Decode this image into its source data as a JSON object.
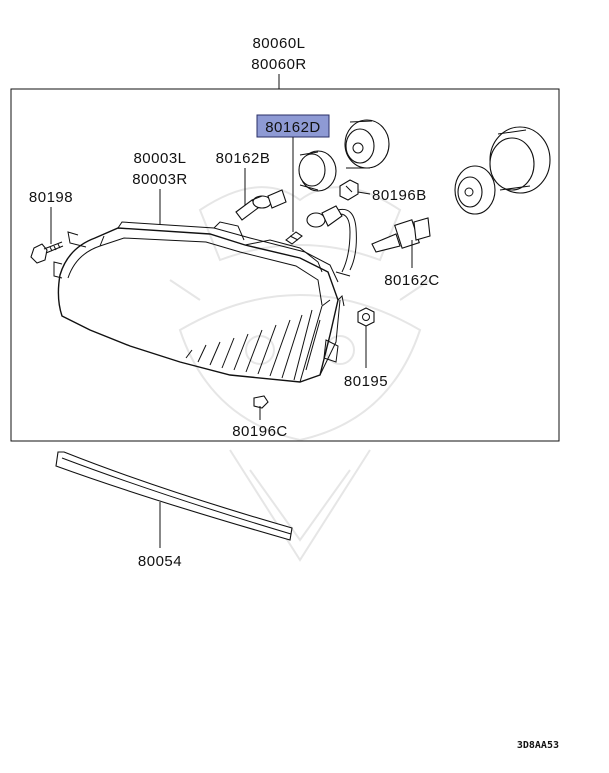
{
  "diagram": {
    "assembly_labels": [
      "80060L",
      "80060R"
    ],
    "headlamp_labels": [
      "80003L",
      "80003R"
    ],
    "parts": [
      {
        "id": "80162D",
        "label": "80162D",
        "highlighted": true
      },
      {
        "id": "80162B",
        "label": "80162B"
      },
      {
        "id": "80196B",
        "label": "80196B"
      },
      {
        "id": "80198",
        "label": "80198"
      },
      {
        "id": "80162C",
        "label": "80162C"
      },
      {
        "id": "80195",
        "label": "80195"
      },
      {
        "id": "80196C",
        "label": "80196C"
      },
      {
        "id": "80054",
        "label": "80054"
      }
    ],
    "reference_code": "3D8AA53",
    "highlight_color": "#8e9ad4"
  }
}
